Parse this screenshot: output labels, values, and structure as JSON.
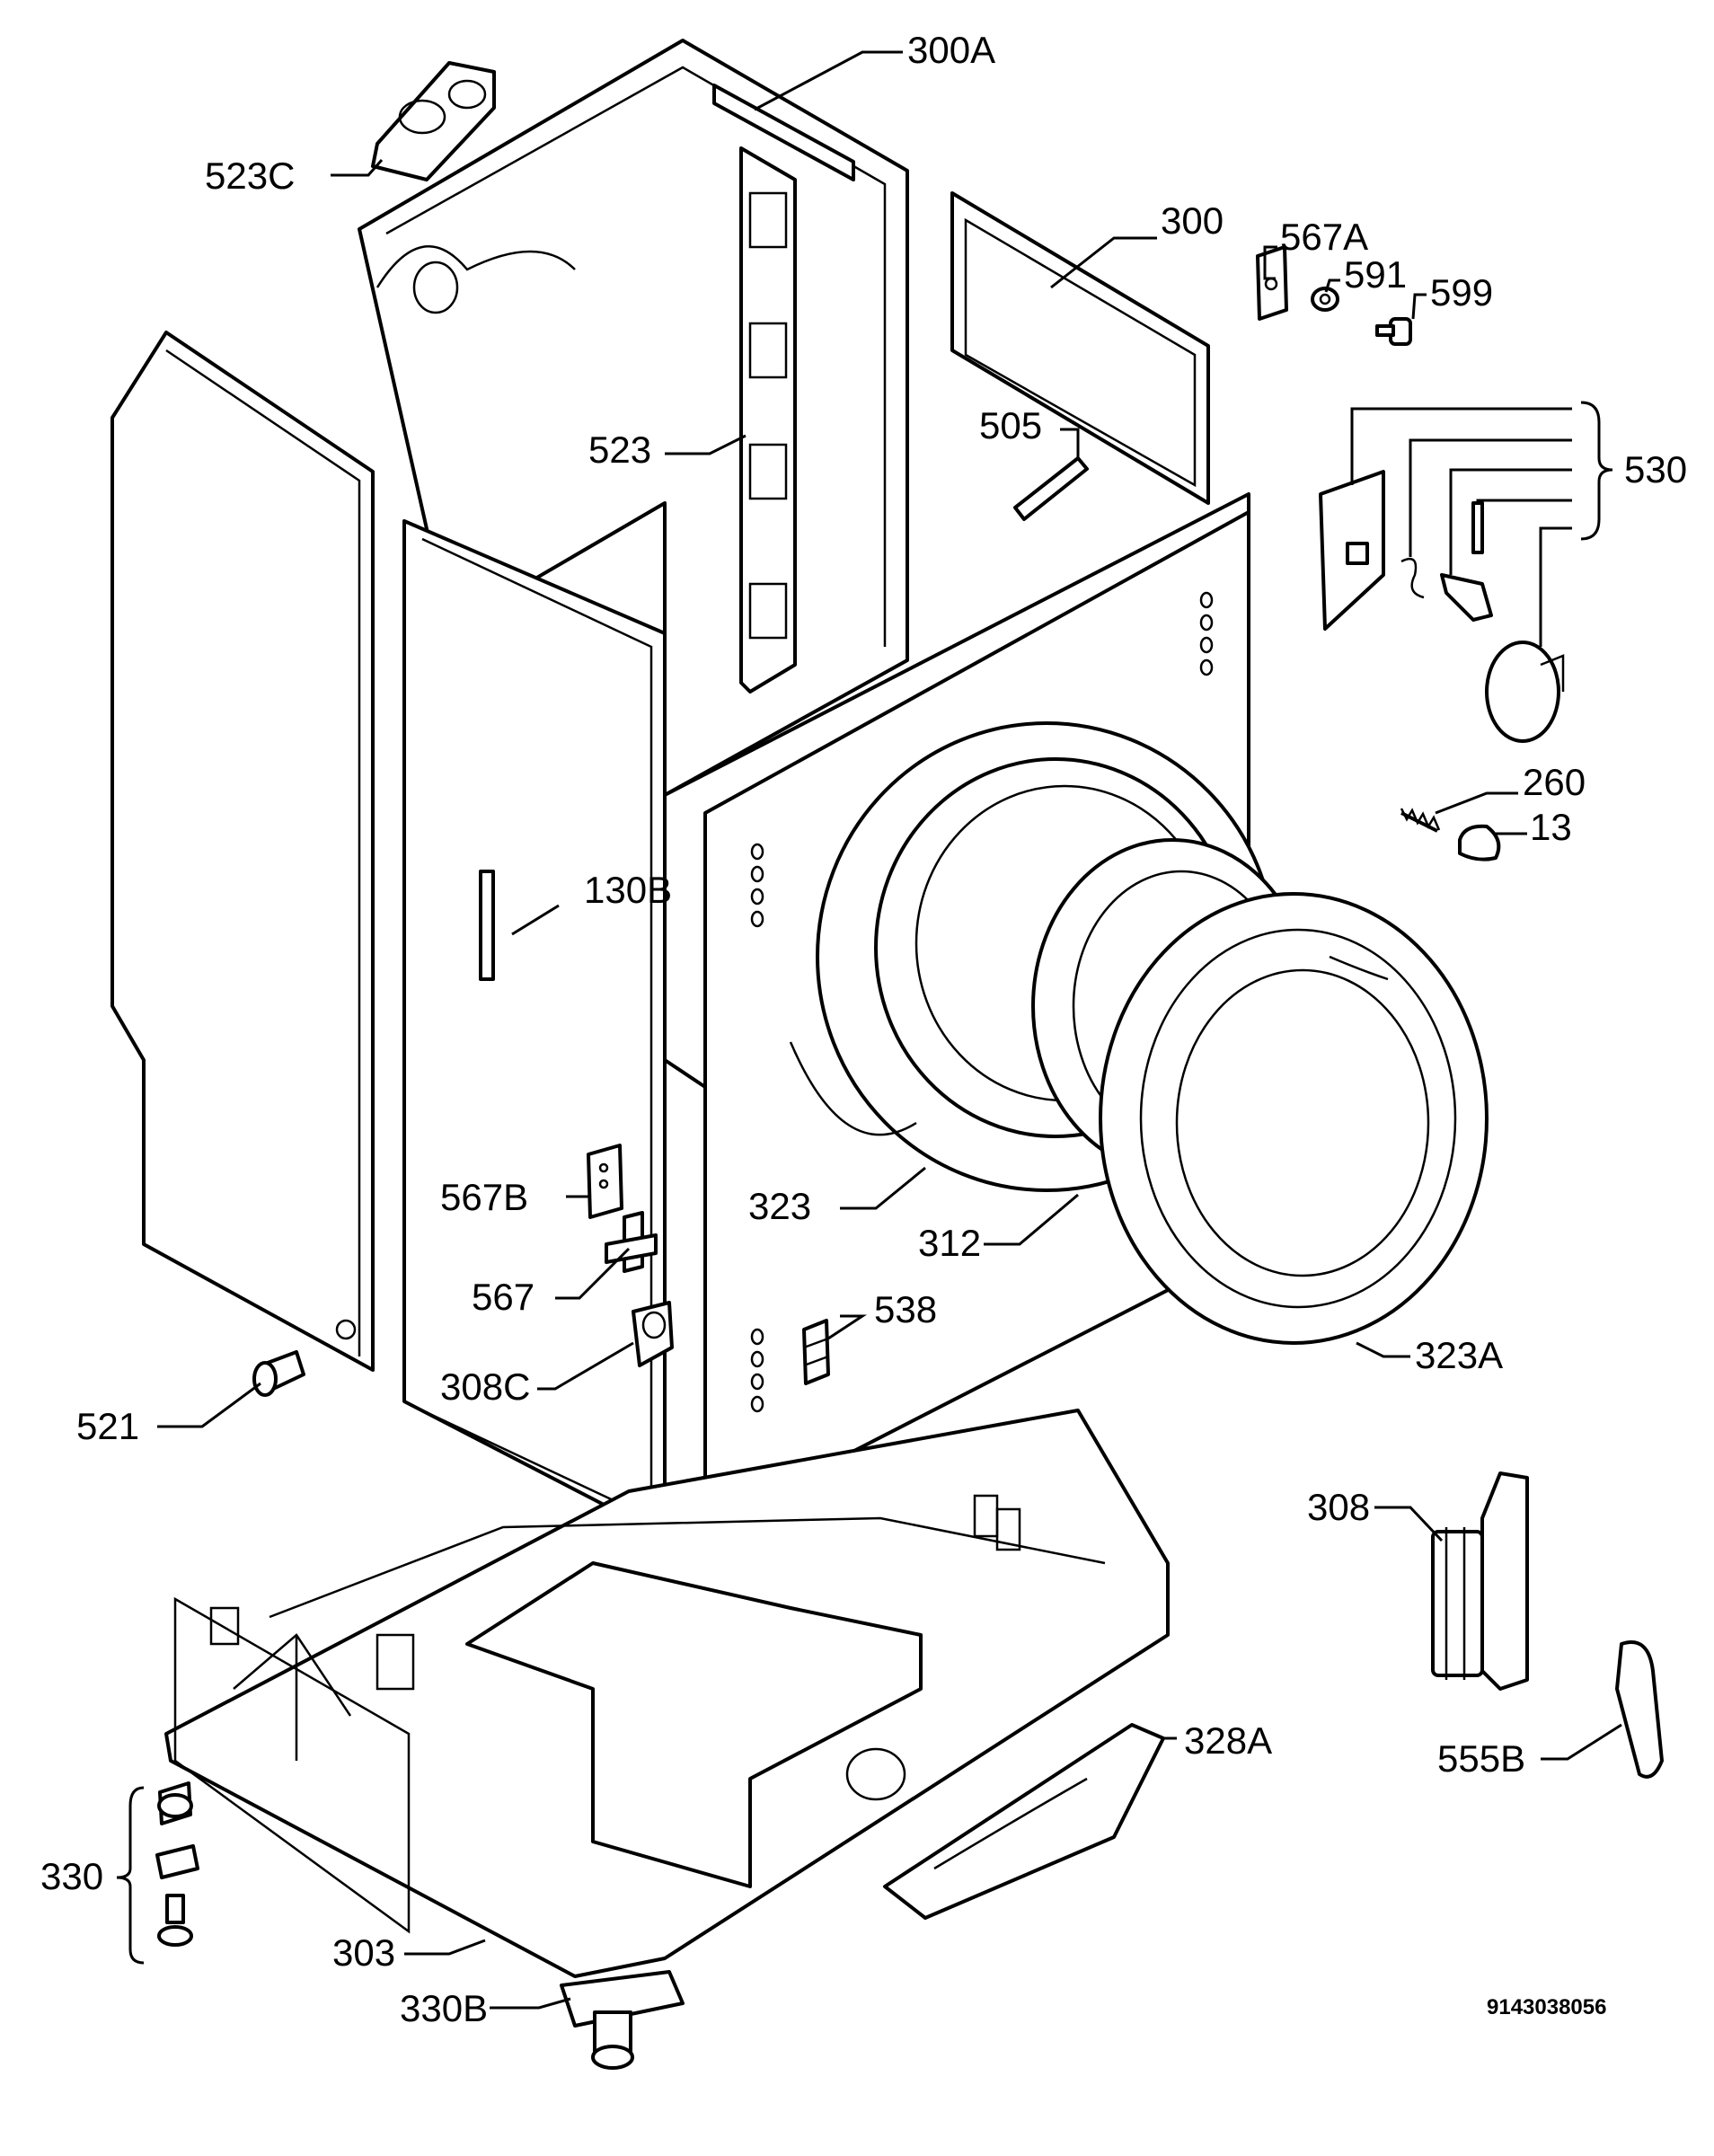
{
  "labels": {
    "l300A": "300A",
    "l523C": "523C",
    "l300": "300",
    "l567A": "567A",
    "l591": "591",
    "l599": "599",
    "l505": "505",
    "l523": "523",
    "l530": "530",
    "l260": "260",
    "l13": "13",
    "l130B": "130B",
    "l567B": "567B",
    "l323": "323",
    "l312": "312",
    "l567": "567",
    "l538": "538",
    "l308C": "308C",
    "l323A": "323A",
    "l521": "521",
    "l308": "308",
    "l328A": "328A",
    "l555B": "555B",
    "l330": "330",
    "l303": "303",
    "l330B": "330B"
  },
  "drawing_code": "9143038056"
}
